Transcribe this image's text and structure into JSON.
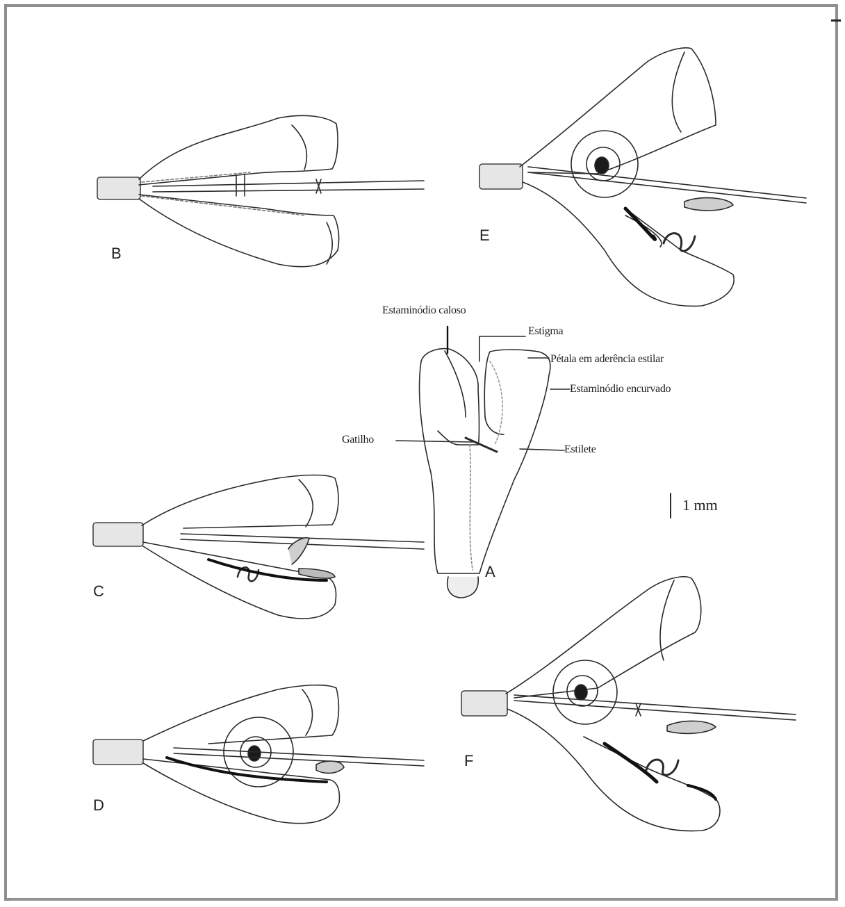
{
  "figure": {
    "panels": {
      "A": "A",
      "B": "B",
      "C": "C",
      "D": "D",
      "E": "E",
      "F": "F"
    },
    "labels": {
      "false_staminode": "Estaminódio caloso",
      "stigma": "Estigma",
      "style_appendage": "Pétala em aderência estilar",
      "hooded_staminode": "Estaminódio encurvado",
      "style": "Estilete",
      "cuff": "Gatilho"
    },
    "scale_bar": {
      "label": "1 mm"
    }
  }
}
